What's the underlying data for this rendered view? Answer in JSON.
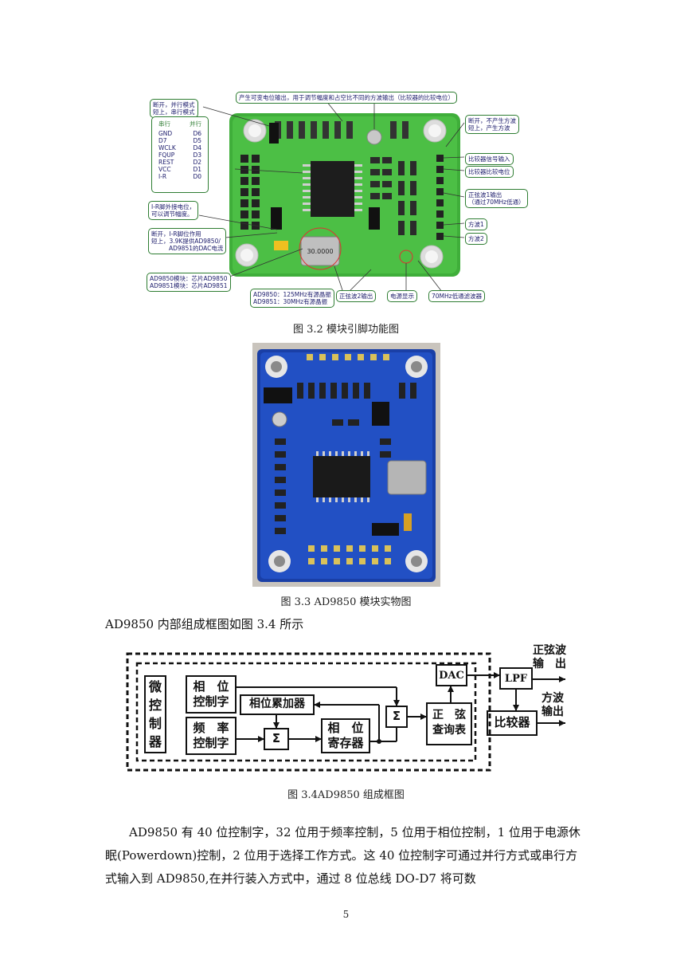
{
  "fig32": {
    "caption": "图 3.2 模块引脚功能图",
    "callouts": {
      "top_center": "产生可变电位输出，用于调节幅度和占空比不同的方波输出（比较器的比较电位）",
      "top_left_1": "断开，并行模式",
      "top_left_2": "短上，串行模式",
      "pins_head_serial": "串行",
      "pins_head_parallel": "并行",
      "pins_serial": [
        "GND",
        "D7",
        "WCLK",
        "FQUP",
        "REST",
        "VCC",
        "I-R"
      ],
      "pins_parallel": [
        "D6",
        "D5",
        "D4",
        "D3",
        "D2",
        "D1",
        "D0"
      ],
      "ir_1": "I-R脚外接电位，",
      "ir_2": "可以调节幅度。",
      "break_1": "断开，I-R脚位作用",
      "break_2": "短上，3.9K提供AD9850/",
      "break_3": "AD9851的DAC电流",
      "chip_1": "AD9850模块：芯片AD9850",
      "chip_2": "AD9851模块：芯片AD9851",
      "crystal_1": "AD9850：125MHz有源晶振",
      "crystal_2": "AD9851：30MHz有源晶振",
      "sine2": "正弦波2输出",
      "power": "电源显示",
      "lpf": "70MHz低通滤波器",
      "right_top_1": "断开，不产生方波",
      "right_top_2": "短上，产生方波",
      "cmp_in": "比较器信号输入",
      "cmp_ref": "比较器比较电位",
      "sine1_1": "正弦波1输出",
      "sine1_2": "（通过70MHz低通）",
      "sq1": "方波1",
      "sq2": "方波2",
      "crystal_mark": "30.0000"
    }
  },
  "fig33": {
    "caption": "图 3.3 AD9850 模块实物图"
  },
  "intro": "AD9850 内部组成框图如图 3.4 所示",
  "fig34": {
    "caption": "图 3.4AD9850 组成框图",
    "blocks": {
      "mcu": [
        "微",
        "控",
        "制",
        "器"
      ],
      "phase_word": [
        "相　位",
        "控制字"
      ],
      "freq_word": [
        "频　率",
        "控制字"
      ],
      "phase_acc": "相位累加器",
      "phase_reg": [
        "相　位",
        "寄存器"
      ],
      "sigma": "Σ",
      "sine_lut": [
        "正　弦",
        "查询表"
      ],
      "dac": "DAC",
      "lpf": "LPF",
      "comparator": "比较器",
      "sine_out": [
        "正弦波",
        "输　出"
      ],
      "square_out": [
        "方波",
        "输出"
      ]
    }
  },
  "paragraph": "AD9850 有 40 位控制字，32 位用于频率控制，5 位用于相位控制，1 位用于电源休眠(Powerdown)控制，2 位用于选择工作方式。这 40 位控制字可通过并行方式或串行方式输入到 AD9850,在并行装入方式中，通过 8 位总线 DO-D7 将可数",
  "page_number": "5"
}
